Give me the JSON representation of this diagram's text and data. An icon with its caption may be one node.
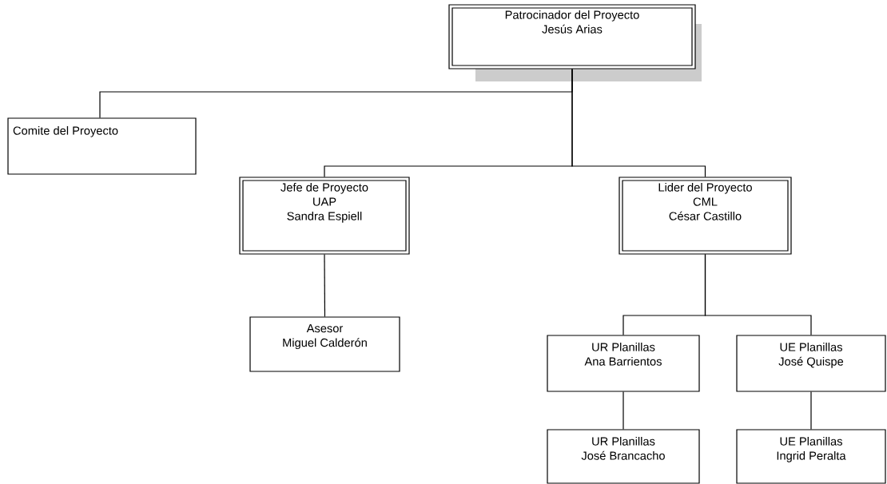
{
  "diagram": {
    "nodes": [
      {
        "text": [
          "Patrocinador del Proyecto",
          "Jesús Arias"
        ]
      },
      {
        "text": [
          "Comite del Proyecto"
        ]
      },
      {
        "text": [
          "Jefe de Proyecto",
          "UAP",
          "Sandra Espiell"
        ]
      },
      {
        "text": [
          "Lider del Proyecto",
          "CML",
          "César Castillo"
        ]
      },
      {
        "text": [
          "Asesor",
          "Miguel Calderón"
        ]
      },
      {
        "text": [
          "UR Planillas",
          "Ana Barrientos"
        ]
      },
      {
        "text": [
          "UE Planillas",
          "José Quispe"
        ]
      },
      {
        "text": [
          "UR Planillas",
          "José Brancacho"
        ]
      },
      {
        "text": [
          "UE Planillas",
          "Ingrid Peralta"
        ]
      }
    ],
    "edges": [
      {
        "from": 0,
        "to": 1,
        "arrow": "none"
      },
      {
        "from": 0,
        "to": 2,
        "arrow": "none"
      },
      {
        "from": 0,
        "to": 3,
        "arrow": "none"
      },
      {
        "from": 2,
        "to": 4,
        "arrow": "none"
      },
      {
        "from": 3,
        "to": 5,
        "arrow": "none"
      },
      {
        "from": 3,
        "to": 6,
        "arrow": "none"
      },
      {
        "from": 5,
        "to": 7,
        "arrow": "none"
      },
      {
        "from": 6,
        "to": 8,
        "arrow": "none"
      }
    ]
  }
}
